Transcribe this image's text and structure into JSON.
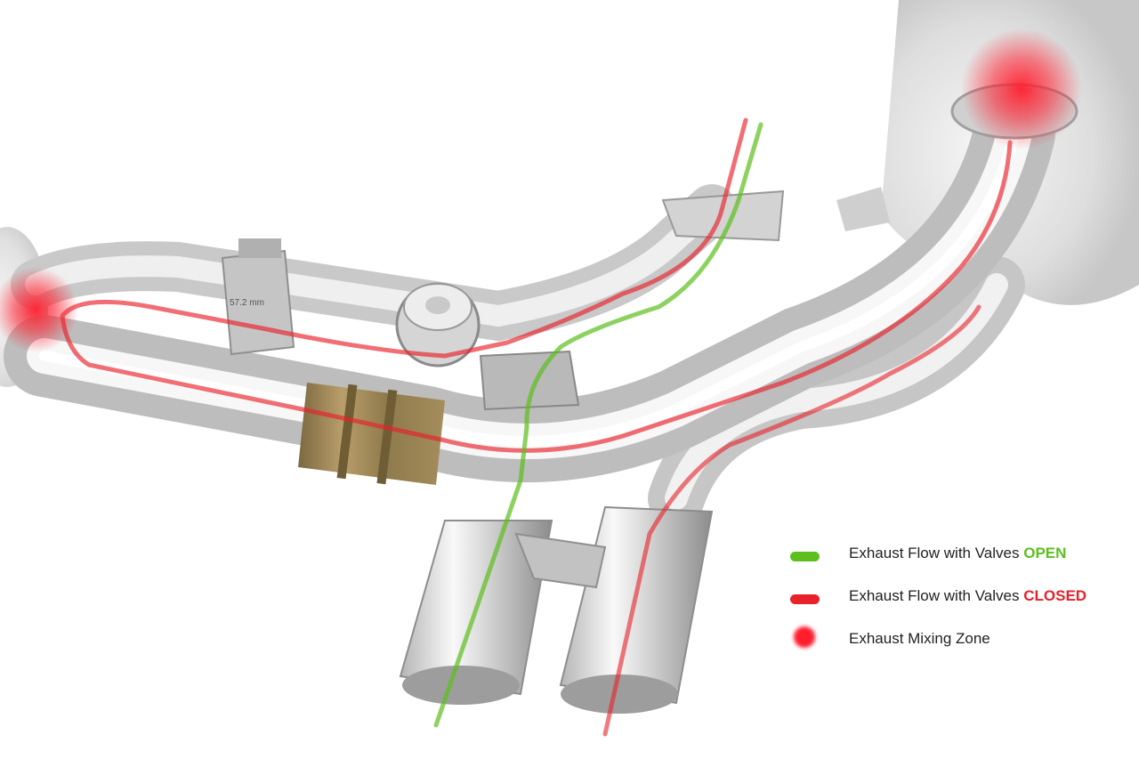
{
  "colors": {
    "open": "#5cbf1e",
    "closed": "#e8212a",
    "mixing": "#ff1e2e"
  },
  "legend": [
    {
      "prefix": "Exhaust Flow with Valves ",
      "highlight": "OPEN",
      "swatch": "open-line"
    },
    {
      "prefix": "Exhaust Flow with Valves ",
      "highlight": "CLOSED",
      "swatch": "closed-line"
    },
    {
      "prefix": "Exhaust Mixing Zone",
      "highlight": "",
      "swatch": "mixing-dot"
    }
  ],
  "clamp_label": "57.2 mm"
}
